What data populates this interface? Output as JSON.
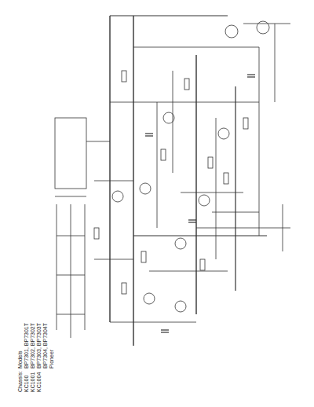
{
  "diagram": {
    "labels": [
      "Chassis:",
      "KC100",
      "KC1001",
      "KC1004",
      "Models",
      "BP7301, BP7301T",
      "BP7302, BP7302T",
      "BP7303, BP7303T",
      "BP7304, BP7304T",
      "Pioneer"
    ]
  }
}
